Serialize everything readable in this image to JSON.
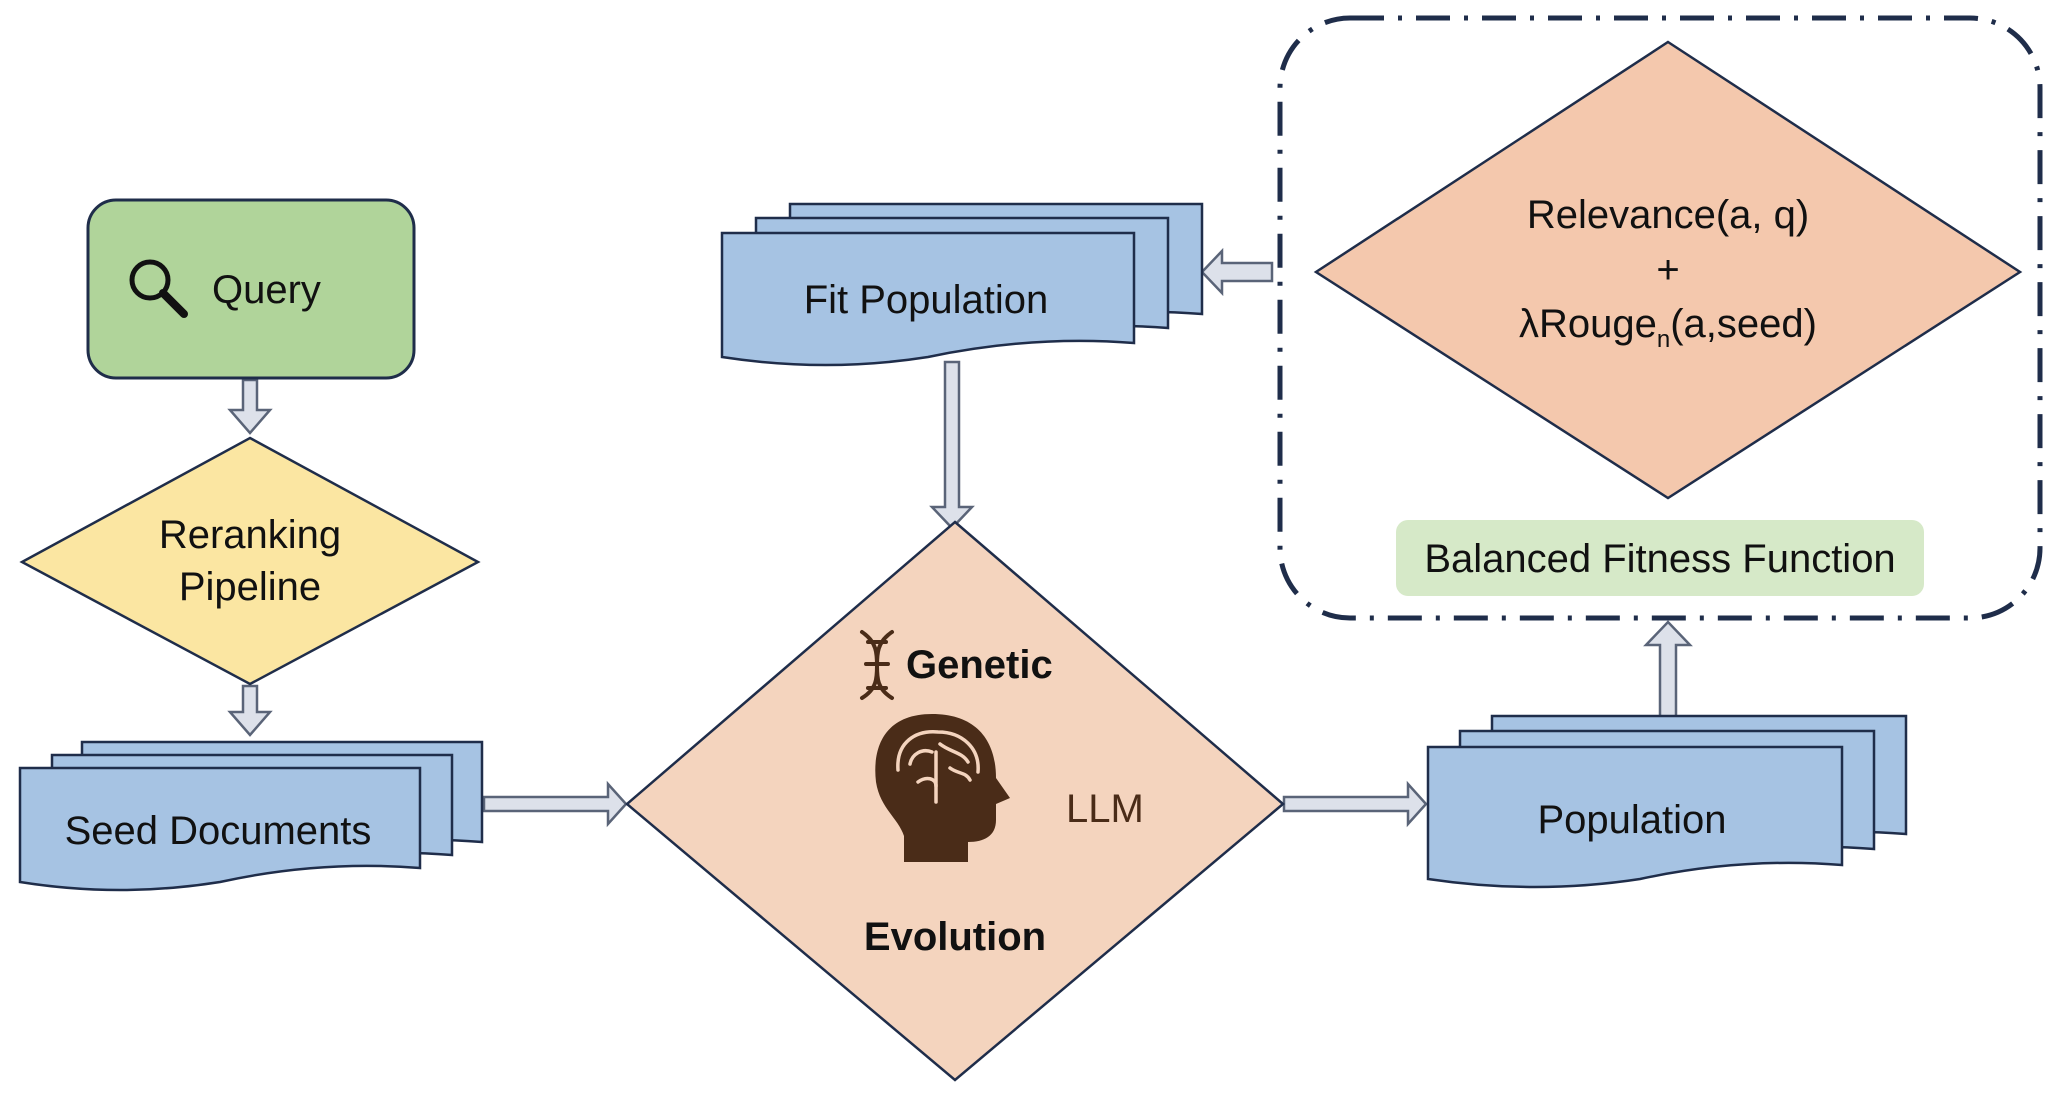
{
  "nodes": {
    "query": {
      "label": "Query",
      "icon": "search-icon",
      "fill": "#b0d49a"
    },
    "reranking": {
      "line1": "Reranking",
      "line2": "Pipeline",
      "fill": "#fbe6a2"
    },
    "seed_documents": {
      "label": "Seed Documents",
      "fill": "#a6c3e3"
    },
    "fit_population": {
      "label": "Fit Population",
      "fill": "#a6c3e3"
    },
    "population": {
      "label": "Population",
      "fill": "#a6c3e3"
    },
    "genetic_evolution": {
      "top_label": "Genetic",
      "bottom_label": "Evolution",
      "llm_label": "LLM",
      "dna_icon": "dna-icon",
      "brain_icon": "brain-head-icon",
      "fill": "#f4d4be",
      "icon_color": "#4a2c18"
    },
    "fitness_formula": {
      "line1": "Relevance(a, q)",
      "line2": "+",
      "line3_prefix": "λRouge",
      "line3_subscript": "n",
      "line3_suffix": "(a,seed)",
      "fill": "#f4c8ad"
    },
    "balanced_fitness": {
      "label": "Balanced Fitness Function",
      "fill": "#d6e9c8"
    }
  },
  "colors": {
    "stroke": "#1f2d4a",
    "arrow_fill": "#dde1ea",
    "arrow_stroke": "#5a6478",
    "dashed_border": "#1f2d4a"
  }
}
